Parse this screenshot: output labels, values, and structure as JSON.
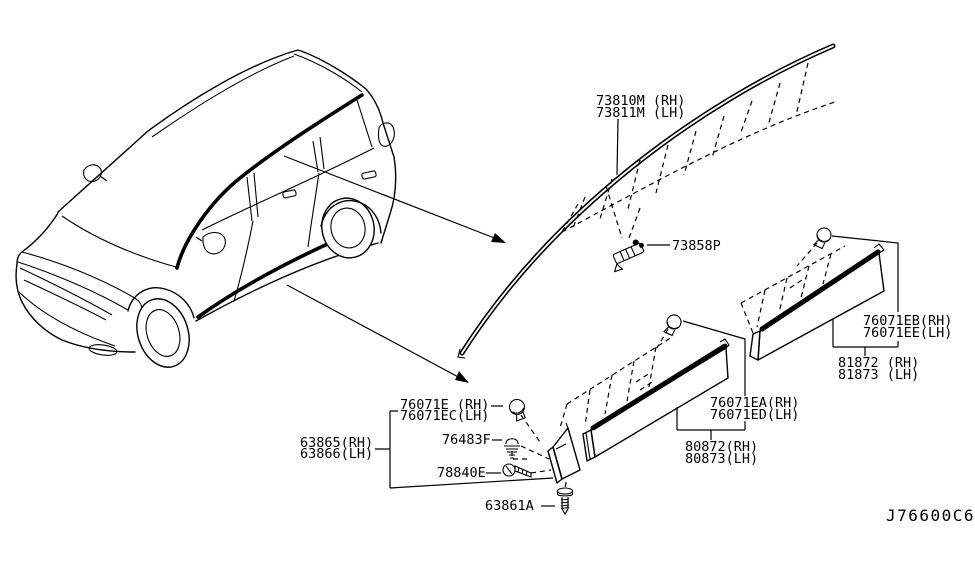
{
  "diagram": {
    "code": "J76600C6",
    "background_color": "#ffffff",
    "line_color": "#000000",
    "parts": {
      "roof_molding": {
        "rh": "73810M (RH)",
        "lh": "73811M (LH)"
      },
      "roof_clip": {
        "code": "73858P"
      },
      "rear_grommet": {
        "rh": "76071EB(RH)",
        "lh": "76071EE(LH)"
      },
      "rear_molding": {
        "rh": "81872 (RH)",
        "lh": "81873 (LH)"
      },
      "front_grommet": {
        "rh": "76071EA(RH)",
        "lh": "76071ED(LH)"
      },
      "front_molding": {
        "rh": "80872(RH)",
        "lh": "80873(LH)"
      },
      "sill_grommet": {
        "rh": "76071E (RH)",
        "lh": "76071EC(LH)"
      },
      "sill_protector": {
        "rh": "63865(RH)",
        "lh": "63866(LH)"
      },
      "grommet": {
        "code": "76483F"
      },
      "screw_grommet": {
        "code": "78840E"
      },
      "screw": {
        "code": "63861A"
      }
    },
    "icons": {
      "pointer_arrow": "solid-head leader arrow",
      "grommet_cap": "round push-in grommet",
      "ribbed_grommet": "ribbed shank grommet",
      "screw": "threaded screw",
      "molding_clip": "roof molding retainer clip"
    }
  }
}
